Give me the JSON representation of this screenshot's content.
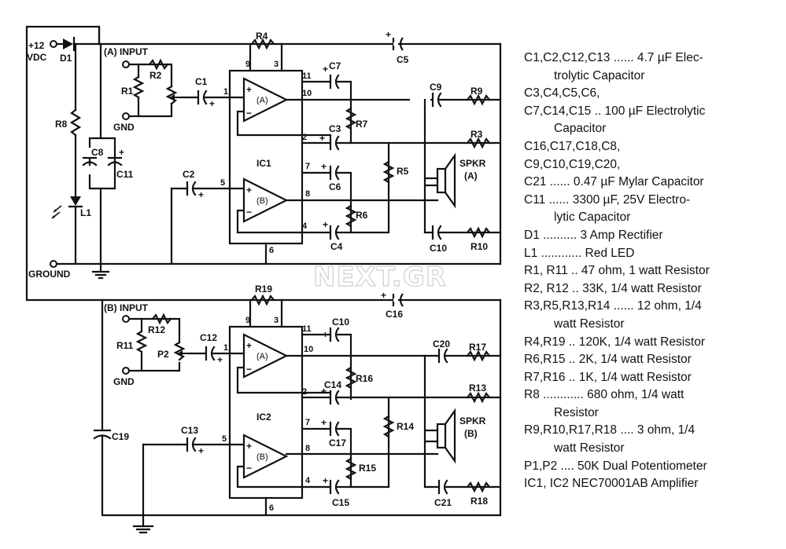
{
  "schematic": {
    "supply": {
      "voltage": "+12",
      "unit": "VDC",
      "ground": "GROUND"
    },
    "inputs": {
      "a": "(A) INPUT",
      "b": "(B) INPUT",
      "gnd": "GND"
    },
    "ics": {
      "ic1": "IC1",
      "ic2": "IC2",
      "amp_a": "(A)",
      "amp_b": "(B)"
    },
    "speakers": {
      "label": "SPKR",
      "a": "(A)",
      "b": "(B)"
    },
    "watermark": "NEXT.GR",
    "pins": {
      "p1": "1",
      "p2": "2",
      "p3": "3",
      "p4": "4",
      "p5": "5",
      "p6": "6",
      "p7": "7",
      "p8": "8",
      "p9": "9",
      "p10": "10",
      "p11": "11"
    },
    "parts": {
      "D1": "D1",
      "R8": "R8",
      "L1": "L1",
      "C8": "C8",
      "C11": "C11",
      "C19": "C19",
      "R1": "R1",
      "R2": "R2",
      "C1": "C1",
      "C2": "C2",
      "R4": "R4",
      "C5": "C5",
      "C7": "C7",
      "C3": "C3",
      "R7": "R7",
      "C6": "C6",
      "R6": "R6",
      "C4": "C4",
      "R5": "R5",
      "C9": "C9",
      "R9": "R9",
      "R3": "R3",
      "C10": "C10",
      "R10": "R10",
      "R11": "R11",
      "R12": "R12",
      "P2": "P2",
      "C12": "C12",
      "C13": "C13",
      "R19": "R19",
      "C16": "C16",
      "C14": "C14",
      "R16": "R16",
      "C17": "C17",
      "R15": "R15",
      "C15": "C15",
      "R14": "R14",
      "C20": "C20",
      "R17": "R17",
      "R13": "R13",
      "C21": "C21",
      "R18": "R18"
    }
  },
  "parts_list": [
    {
      "text": "C1,C2,C12,C13 ...... 4.7 µF Elec-",
      "indent": false
    },
    {
      "text": "trolytic Capacitor",
      "indent": true
    },
    {
      "text": "C3,C4,C5,C6,",
      "indent": false
    },
    {
      "text": "C7,C14,C15 .. 100 µF Electrolytic",
      "indent": false
    },
    {
      "text": "Capacitor",
      "indent": true
    },
    {
      "text": "C16,C17,C18,C8,",
      "indent": false
    },
    {
      "text": "C9,C10,C19,C20,",
      "indent": false
    },
    {
      "text": "C21 ...... 0.47 µF Mylar Capacitor",
      "indent": false
    },
    {
      "text": "C11 ...... 3300 µF, 25V Electro-",
      "indent": false
    },
    {
      "text": "lytic Capacitor",
      "indent": true
    },
    {
      "text": "D1 .......... 3 Amp Rectifier",
      "indent": false
    },
    {
      "text": "L1 ............ Red LED",
      "indent": false
    },
    {
      "text": "R1, R11 .. 47 ohm, 1 watt Resistor",
      "indent": false
    },
    {
      "text": "R2, R12 .. 33K, 1/4 watt Resistor",
      "indent": false
    },
    {
      "text": "R3,R5,R13,R14 ...... 12 ohm, 1/4",
      "indent": false
    },
    {
      "text": "watt Resistor",
      "indent": true
    },
    {
      "text": "R4,R19 .. 120K, 1/4 watt Resistor",
      "indent": false
    },
    {
      "text": "R6,R15 .. 2K, 1/4 watt Resistor",
      "indent": false
    },
    {
      "text": "R7,R16 .. 1K, 1/4 watt Resistor",
      "indent": false
    },
    {
      "text": "R8 ............ 680 ohm, 1/4 watt",
      "indent": false
    },
    {
      "text": "Resistor",
      "indent": true
    },
    {
      "text": "R9,R10,R17,R18 .... 3 ohm, 1/4",
      "indent": false
    },
    {
      "text": "watt Resistor",
      "indent": true
    },
    {
      "text": "P1,P2 .... 50K Dual Potentiometer",
      "indent": false
    },
    {
      "text": "IC1, IC2 NEC70001AB Amplifier",
      "indent": false
    }
  ]
}
